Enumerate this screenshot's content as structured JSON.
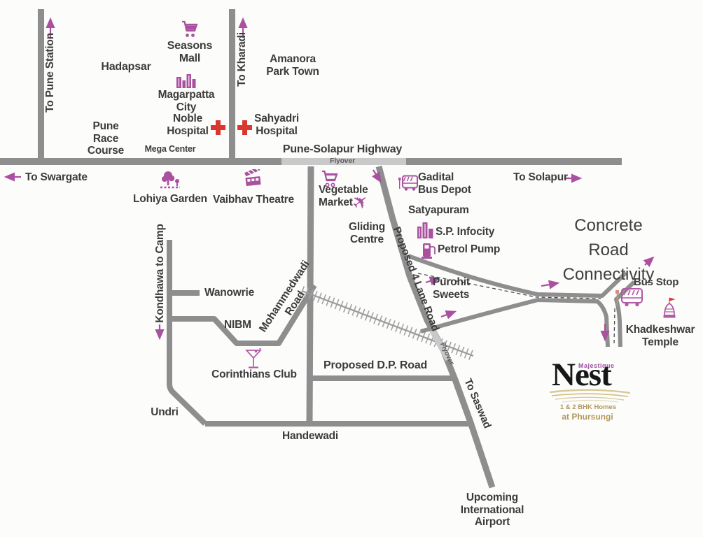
{
  "labels": {
    "to_pune_station": "To Pune Station",
    "hadapsar": "Hadapsar",
    "seasons_mall": "Seasons\nMall",
    "magarpatta_city": "Magarpatta\nCity",
    "noble_hospital": "Noble\nHospital",
    "sahyadri_hospital": "Sahyadri\nHospital",
    "to_kharadi": "To Kharadi",
    "amanora_park_town": "Amanora\nPark Town",
    "pune_race_course": "Pune\nRace\nCourse",
    "mega_center": "Mega Center",
    "pune_solapur_highway": "Pune-Solapur Highway",
    "flyover_highway": "Flyover",
    "to_swargate": "To Swargate",
    "lohiya_garden": "Lohiya Garden",
    "vaibhav_theatre": "Vaibhav Theatre",
    "vegetable_market": "Vegetable\nMarket",
    "gliding_centre": "Gliding\nCentre",
    "gadital_bus_depot": "Gadital\nBus Depot",
    "satyapuram": "Satyapuram",
    "sp_infocity": "S.P. Infocity",
    "petrol_pump": "Petrol Pump",
    "to_solapur": "To Solapur",
    "concrete_road_connectivity": "Concrete Road\nConnectivity",
    "purohit_sweets": "Purohit\nSweets",
    "bus_stop": "Bus Stop",
    "khadkeshwar_temple": "Khadkeshwar\nTemple",
    "kondhawa_to_camp": "Kondhawa to Camp",
    "wanowrie": "Wanowrie",
    "nibm": "NIBM",
    "mohammedwadi_road": "Mohammedwadi\nRoad",
    "corinthians_club": "Corinthians Club",
    "proposed_4_lane_road": "Proposed 4 Lane Road",
    "flyover_rail": "Flyover",
    "proposed_dp_road": "Proposed D.P. Road",
    "undri": "Undri",
    "handewadi": "Handewadi",
    "to_saswad": "To Saswad",
    "upcoming_airport": "Upcoming\nInternational\nAirport"
  },
  "logo": {
    "brand": "Majestique",
    "name": "Nest",
    "tagline": "1 & 2 BHK Homes",
    "location": "at Phursungi"
  },
  "icons": {
    "seasons_mall": "shopping-cart",
    "vegetable_market": "shopping-cart",
    "magarpatta_city": "city-buildings",
    "sp_infocity": "city-buildings",
    "noble_hospital": "red-cross",
    "sahyadri_hospital": "red-cross",
    "lohiya_garden": "trees",
    "vaibhav_theatre": "clapperboard",
    "gliding_centre": "airplane",
    "plane_glyph": "✈",
    "gadital_bus_depot": "bus",
    "bus_stop": "bus-with-sign",
    "petrol_pump": "fuel-pump",
    "corinthians_club": "martini-glass",
    "khadkeshwar_temple": "temple-dome-flag",
    "direction_arrows": "magenta-arrows"
  },
  "colors": {
    "road": "#8e8e8e",
    "flyover_road": "#c9c9c9",
    "accent_magenta": "#a9519f",
    "hospital_red": "#d9382f",
    "label_text": "#3c3c3c",
    "logo_gold": "#b3985a",
    "logo_purple": "#9a4f9e"
  }
}
